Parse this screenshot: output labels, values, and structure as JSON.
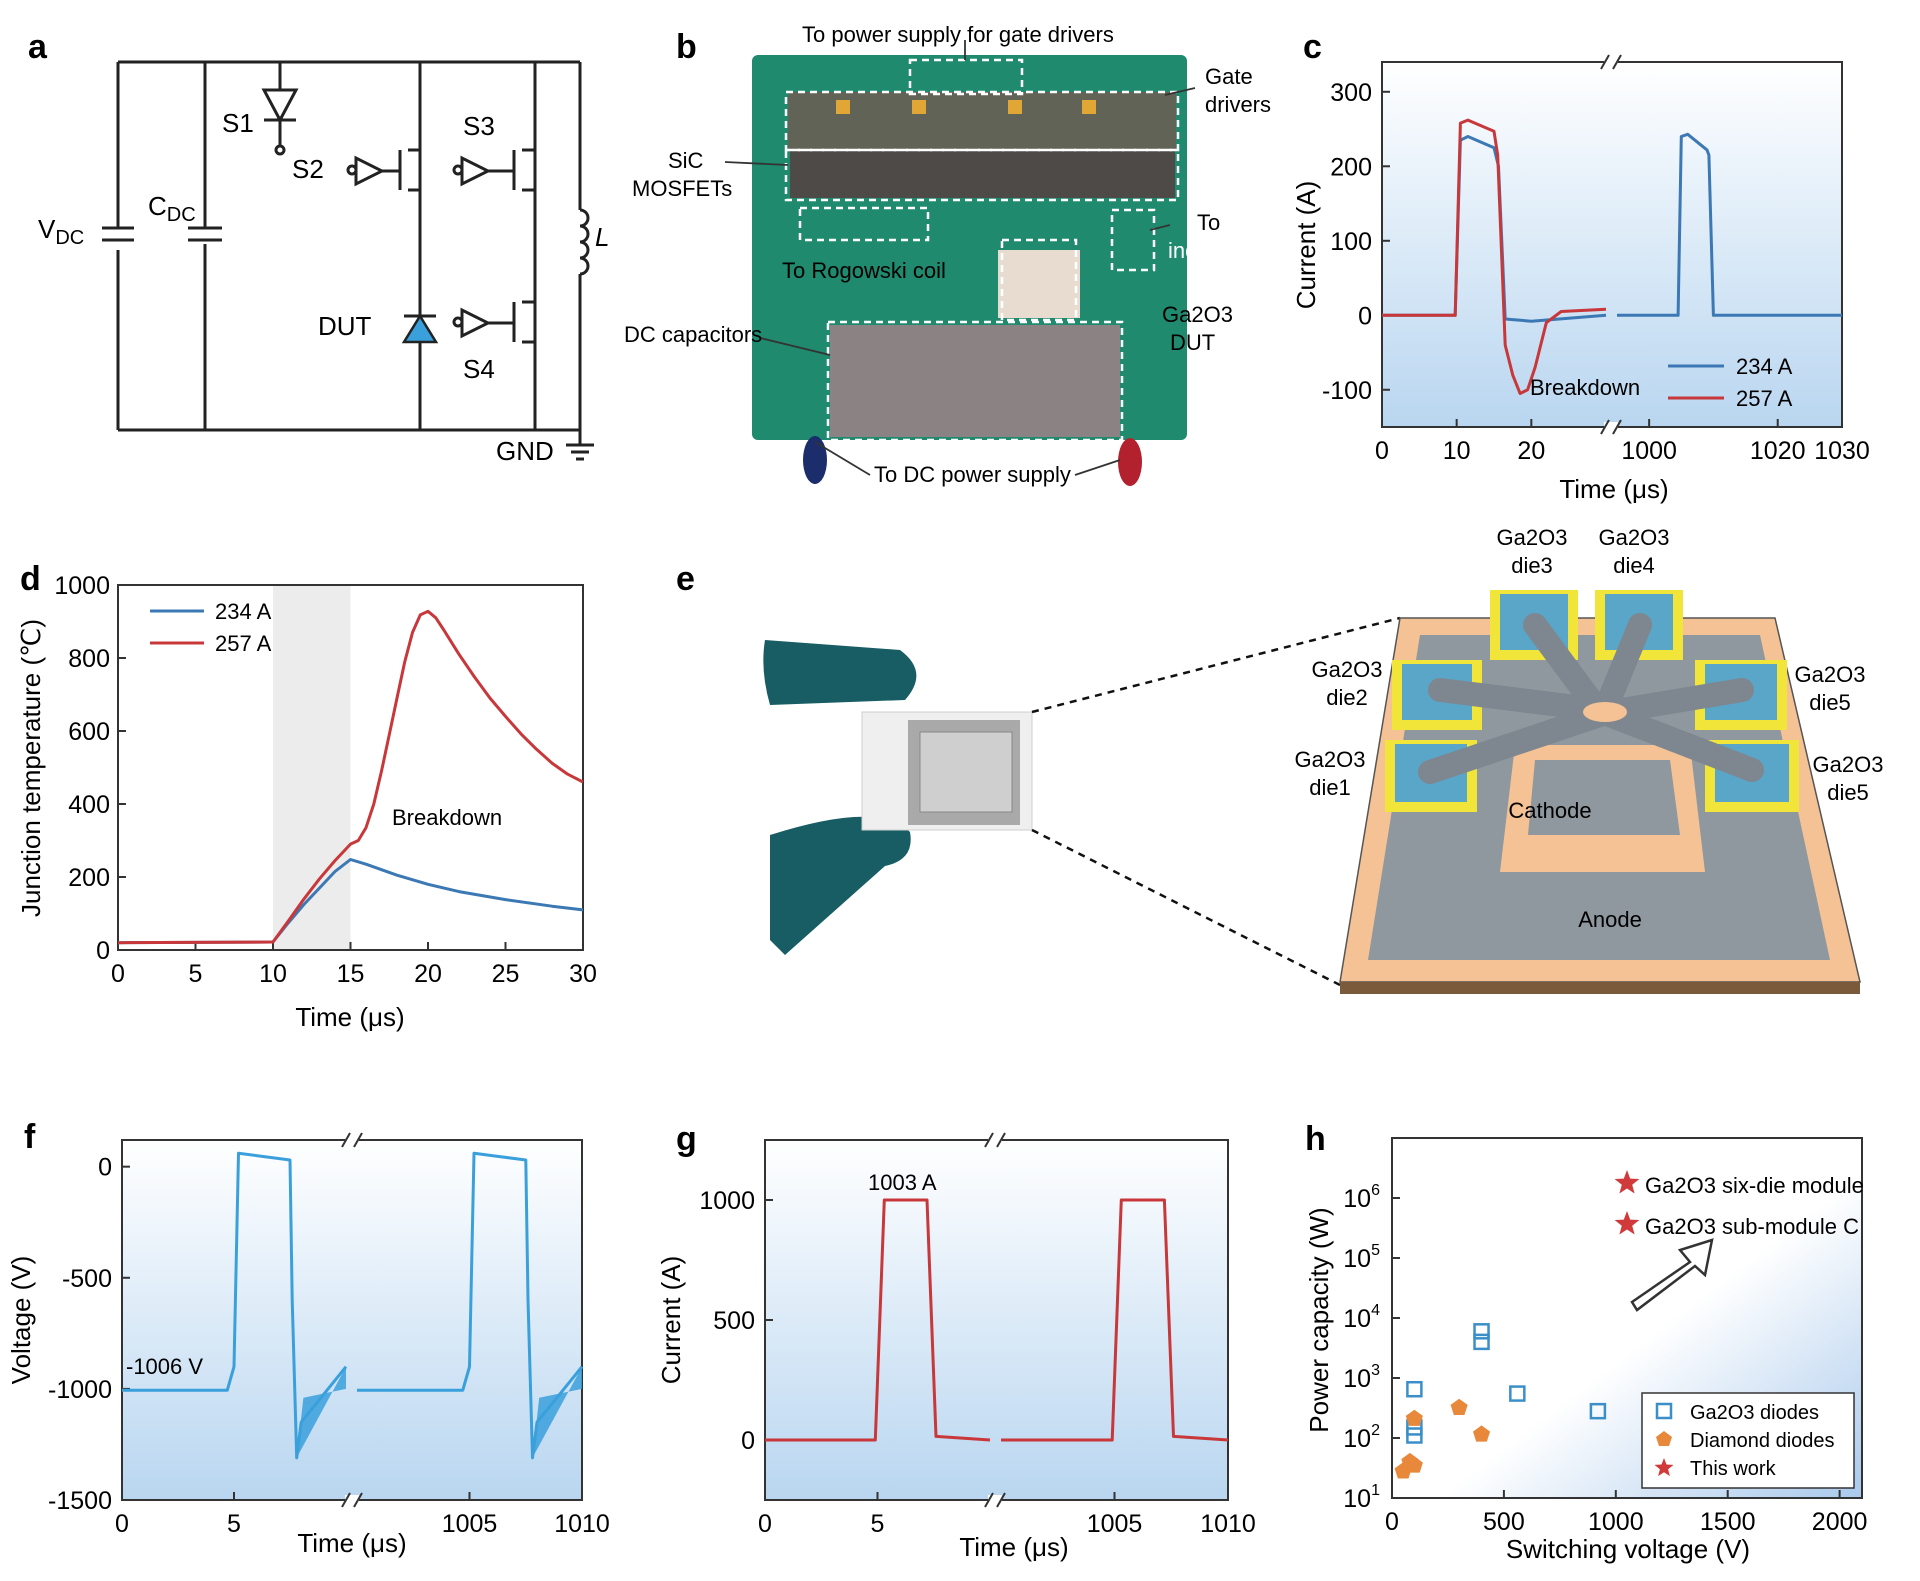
{
  "panels": {
    "a": {
      "label": "a",
      "texts": {
        "vdc": "V",
        "vdc_sub": "DC",
        "cdc": "C",
        "cdc_sub": "DC",
        "s1": "S1",
        "s2": "S2",
        "s3": "S3",
        "s4": "S4",
        "dut": "DUT",
        "l": "L",
        "gnd": "GND"
      }
    },
    "b": {
      "label": "b",
      "texts": {
        "gate_supply": "To power supply for gate drivers",
        "gate_drivers_1": "Gate",
        "gate_drivers_2": "drivers",
        "sic_1": "SiC",
        "sic_2": "MOSFETs",
        "inductor_1": "To",
        "inductor_2": "inductor",
        "rogowski": "To Rogowski coil",
        "ga2o3_1": "Ga2O3",
        "ga2o3_2": "DUT",
        "dc_caps": "DC capacitors",
        "dc_supply": "To DC power supply"
      }
    },
    "c": {
      "label": "c",
      "annotation": "Breakdown",
      "chart_data": {
        "type": "line",
        "xlabel": "Time (μs)",
        "ylabel": "Current (A)",
        "xticks": [
          "0",
          "10",
          "20",
          "1000",
          "1020",
          "1030"
        ],
        "yticks": [
          "-100",
          "0",
          "100",
          "200",
          "300"
        ],
        "ylim": [
          -150,
          340
        ],
        "broken_x_axis": true,
        "segments": [
          [
            0,
            30
          ],
          [
            995,
            1030
          ]
        ],
        "legend_position": "bottom-right",
        "series": [
          {
            "name": "234 A",
            "color": "#3b78b4",
            "x": [
              0,
              9.8,
              10.5,
              11.5,
              15,
              15.6,
              16.5,
              20,
              30,
              995,
              1004.5,
              1005,
              1006,
              1009,
              1009.3,
              1010,
              1030
            ],
            "y": [
              0,
              0,
              235,
              240,
              225,
              200,
              -5,
              -8,
              0,
              0,
              0,
              240,
              243,
              222,
              215,
              0,
              0
            ]
          },
          {
            "name": "257 A",
            "color": "#c8383a",
            "x": [
              0,
              9.8,
              10.5,
              11.5,
              15,
              15.5,
              16.5,
              17.5,
              18.5,
              19.5,
              20.5,
              22,
              24,
              30
            ],
            "y": [
              0,
              0,
              258,
              262,
              247,
              215,
              -40,
              -80,
              -105,
              -100,
              -70,
              -10,
              5,
              8
            ]
          }
        ]
      }
    },
    "d": {
      "label": "d",
      "annotation": "Breakdown",
      "chart_data": {
        "type": "line",
        "xlabel": "Time (μs)",
        "ylabel": "Junction temperature (℃)",
        "xlim": [
          0,
          30
        ],
        "ylim": [
          0,
          1000
        ],
        "xticks": [
          "0",
          "5",
          "10",
          "15",
          "20",
          "25",
          "30"
        ],
        "yticks": [
          "0",
          "200",
          "400",
          "600",
          "800",
          "1000"
        ],
        "shaded_interval": [
          10,
          15
        ],
        "legend_position": "top-left",
        "series": [
          {
            "name": "234 A",
            "color": "#3b78b4",
            "x": [
              0,
              10,
              11,
              12,
              13,
              14,
              15,
              16,
              17,
              18,
              20,
              22,
              25,
              28,
              30
            ],
            "y": [
              20,
              22,
              75,
              125,
              170,
              215,
              248,
              235,
              220,
              205,
              180,
              160,
              138,
              120,
              110
            ]
          },
          {
            "name": "257 A",
            "color": "#c8383a",
            "x": [
              0,
              10,
              11,
              12,
              13,
              14,
              15,
              15.5,
              16,
              16.5,
              17,
              17.5,
              18,
              18.5,
              19,
              19.5,
              20,
              20.5,
              21,
              22,
              23,
              24,
              25,
              26,
              27,
              28,
              29,
              30
            ],
            "y": [
              20,
              22,
              80,
              140,
              195,
              245,
              290,
              300,
              335,
              400,
              490,
              590,
              690,
              790,
              870,
              918,
              928,
              910,
              878,
              810,
              748,
              690,
              640,
              592,
              550,
              512,
              482,
              460
            ]
          }
        ]
      }
    },
    "e": {
      "label": "e",
      "texts": {
        "die1": [
          "Ga2O3",
          "die1"
        ],
        "die2": [
          "Ga2O3",
          "die2"
        ],
        "die3": [
          "Ga2O3",
          "die3"
        ],
        "die4": [
          "Ga2O3",
          "die4"
        ],
        "die5a": [
          "Ga2O3",
          "die5"
        ],
        "die5b": [
          "Ga2O3",
          "die5"
        ],
        "cathode": "Cathode",
        "anode": "Anode"
      }
    },
    "f": {
      "label": "f",
      "annotation": "-1006 V",
      "chart_data": {
        "type": "line",
        "xlabel": "Time (μs)",
        "ylabel": "Voltage (V)",
        "xticks": [
          "0",
          "5",
          "1005",
          "1010"
        ],
        "yticks": [
          "-1500",
          "-1000",
          "-500",
          "0"
        ],
        "ylim": [
          -1500,
          120
        ],
        "broken_x_axis": true,
        "segments": [
          [
            0,
            10
          ],
          [
            1000,
            1010
          ]
        ],
        "series": [
          {
            "name": "",
            "color": "#3aa0dc",
            "x": [
              0,
              4.7,
              5.0,
              5.2,
              6.0,
              7.5,
              7.6,
              7.8,
              8.0,
              10,
              1000,
              1004.7,
              1005.0,
              1005.2,
              1006.0,
              1007.5,
              1007.6,
              1007.8,
              1008.0,
              1010
            ],
            "y": [
              -1006,
              -1006,
              -900,
              60,
              50,
              30,
              -600,
              -1310,
              -1150,
              -900,
              -1006,
              -1006,
              -900,
              60,
              50,
              30,
              -600,
              -1310,
              -1150,
              -900
            ]
          }
        ]
      }
    },
    "g": {
      "label": "g",
      "annotation": "1003 A",
      "chart_data": {
        "type": "line",
        "xlabel": "Time (μs)",
        "ylabel": "Current (A)",
        "xticks": [
          "0",
          "5",
          "1005",
          "1010"
        ],
        "yticks": [
          "0",
          "500",
          "1000"
        ],
        "ylim": [
          -250,
          1250
        ],
        "broken_x_axis": true,
        "segments": [
          [
            0,
            10
          ],
          [
            1000,
            1010
          ]
        ],
        "series": [
          {
            "name": "",
            "color": "#c8383a",
            "x": [
              0,
              4.9,
              5.3,
              7.2,
              7.6,
              10,
              1000,
              1004.9,
              1005.3,
              1007.2,
              1007.6,
              1010
            ],
            "y": [
              0,
              0,
              1000,
              1000,
              15,
              0,
              0,
              0,
              1000,
              1000,
              15,
              0
            ]
          }
        ]
      }
    },
    "h": {
      "label": "h",
      "chart_data": {
        "type": "scatter",
        "xlabel": "Switching voltage (V)",
        "ylabel": "Power capacity (W)",
        "xlim": [
          0,
          2100
        ],
        "ylim_log10": [
          1,
          7
        ],
        "y_scale": "log",
        "xticks": [
          "0",
          "500",
          "1000",
          "1500",
          "2000"
        ],
        "yticks_exp": [
          "1",
          "2",
          "3",
          "4",
          "5",
          "6"
        ],
        "legend_position": "bottom-right",
        "series": [
          {
            "name": "Ga2O3 diodes",
            "marker": "square",
            "color": "#3a8fc9",
            "x": [
              100,
              100,
              100,
              400,
              400,
              560,
              920
            ],
            "y": [
              110,
              150,
              650,
              4000,
              6000,
              550,
              280
            ]
          },
          {
            "name": "Diamond diodes",
            "marker": "pentagon",
            "color": "#e8883a",
            "x": [
              50,
              80,
              100,
              100,
              300,
              400
            ],
            "y": [
              28,
              40,
              35,
              210,
              320,
              115
            ]
          },
          {
            "name": "This work",
            "marker": "star",
            "color": "#d03a3a",
            "x": [],
            "y": []
          }
        ],
        "callouts": [
          "Ga2O3 six-die module",
          "Ga2O3 sub-module C"
        ]
      }
    }
  }
}
